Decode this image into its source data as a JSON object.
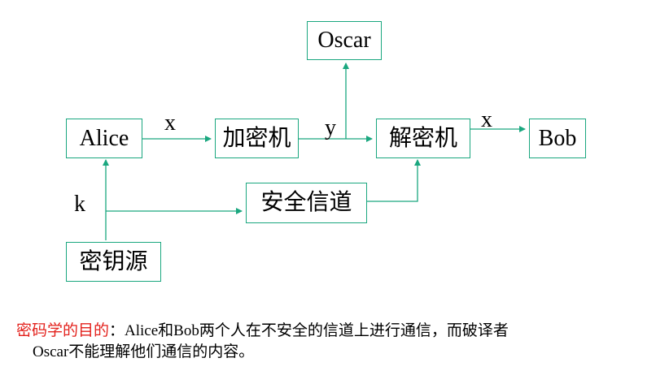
{
  "diagram": {
    "nodes": {
      "oscar": "Oscar",
      "alice": "Alice",
      "encryptor": "加密机",
      "decryptor": "解密机",
      "bob": "Bob",
      "secure_channel": "安全信道",
      "key_source": "密钥源"
    },
    "edge_labels": {
      "x_left": "x",
      "y": "y",
      "x_right": "x",
      "k": "k"
    },
    "colors": {
      "box_border": "#1aa77f",
      "arrow": "#1aa77f",
      "caption_highlight": "#e3211c"
    }
  },
  "caption": {
    "highlight": "密码学的目的",
    "line1_rest": "：Alice和Bob两个人在不安全的信道上进行通信，而破译者",
    "line2": "Oscar不能理解他们通信的内容。"
  }
}
